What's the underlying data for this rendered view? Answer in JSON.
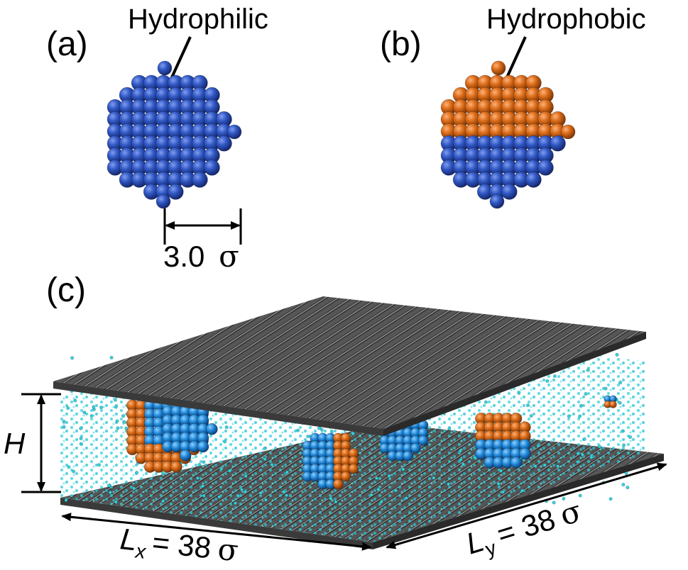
{
  "panels": {
    "a": {
      "label": "(a)",
      "title": "Hydrophilic"
    },
    "b": {
      "label": "(b)",
      "title": "Hydrophobic"
    },
    "c": {
      "label": "(c)"
    }
  },
  "dimensions": {
    "diameter_value": "3.0",
    "height_symbol": "H",
    "lx": {
      "symbol": "L",
      "subscript": "x",
      "value": "= 38"
    },
    "ly": {
      "symbol": "L",
      "subscript": "y",
      "value": "= 38"
    },
    "sigma": "σ"
  },
  "colors": {
    "hydrophilic": "#2f56c2",
    "hydrophobic": "#d86a17",
    "solvent": "#2ed0dc",
    "wall": "#4a4a4a"
  }
}
